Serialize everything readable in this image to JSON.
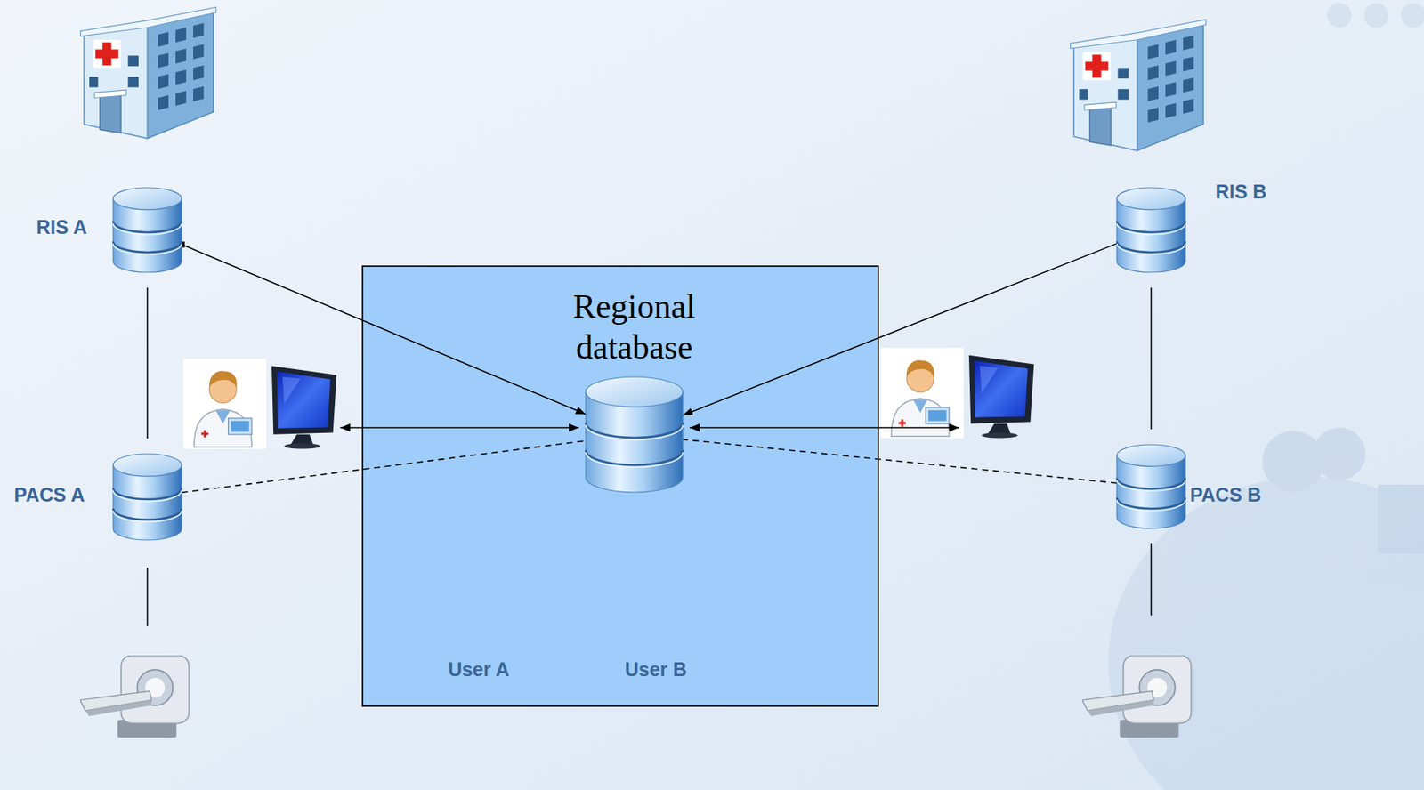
{
  "diagram": {
    "nodes": [
      {
        "text": [
          "RIS A"
        ]
      },
      {
        "text": [
          "RIS B"
        ]
      },
      {
        "text": [
          "User A",
          "User B"
        ]
      },
      {
        "text": [
          "Regional database"
        ],
        "in": 2
      },
      {
        "text": [
          "PACS A"
        ]
      },
      {
        "text": [
          "PACS B"
        ]
      }
    ],
    "edges": [
      {
        "from": 0,
        "to": 3,
        "arrow": "to"
      },
      {
        "from": 1,
        "to": 3,
        "arrow": "to"
      },
      {
        "from": 4,
        "to": 3,
        "arrow": "none"
      },
      {
        "from": 5,
        "to": 3,
        "arrow": "none"
      },
      {
        "from": 0,
        "to": 4,
        "arrow": "none"
      },
      {
        "from": 1,
        "to": 5,
        "arrow": "none"
      }
    ]
  }
}
